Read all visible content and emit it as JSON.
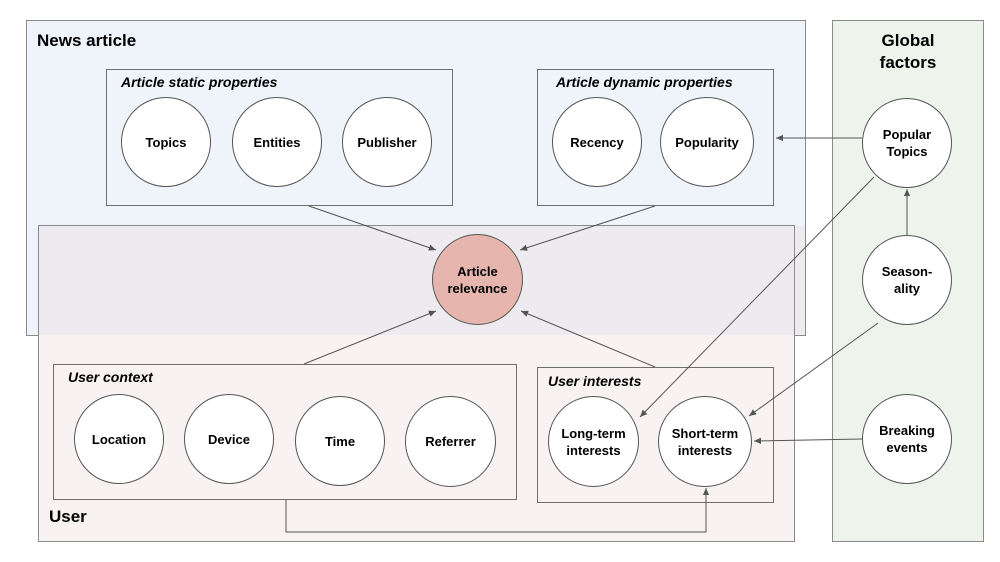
{
  "regions": {
    "news_article": "News article",
    "user": "User",
    "global_factors": "Global\nfactors"
  },
  "groups": {
    "static": "Article static properties",
    "dynamic": "Article dynamic properties",
    "context": "User context",
    "interests": "User interests"
  },
  "nodes": {
    "topics": "Topics",
    "entities": "Entities",
    "publisher": "Publisher",
    "recency": "Recency",
    "popularity": "Popularity",
    "relevance": "Article\nrelevance",
    "location": "Location",
    "device": "Device",
    "time": "Time",
    "referrer": "Referrer",
    "long_term": "Long-term\ninterests",
    "short_term": "Short-term\ninterests",
    "popular_topics": "Popular\nTopics",
    "seasonality": "Season-\nality",
    "breaking": "Breaking\nevents"
  },
  "colors": {
    "news_bg": "#eef4fa",
    "user_bg": "#f9f2f3",
    "overlap_bg": "#eeebf0",
    "global_bg": "#eef4ec",
    "relevance_fill": "#e6b6ae",
    "edge": "#555555"
  }
}
